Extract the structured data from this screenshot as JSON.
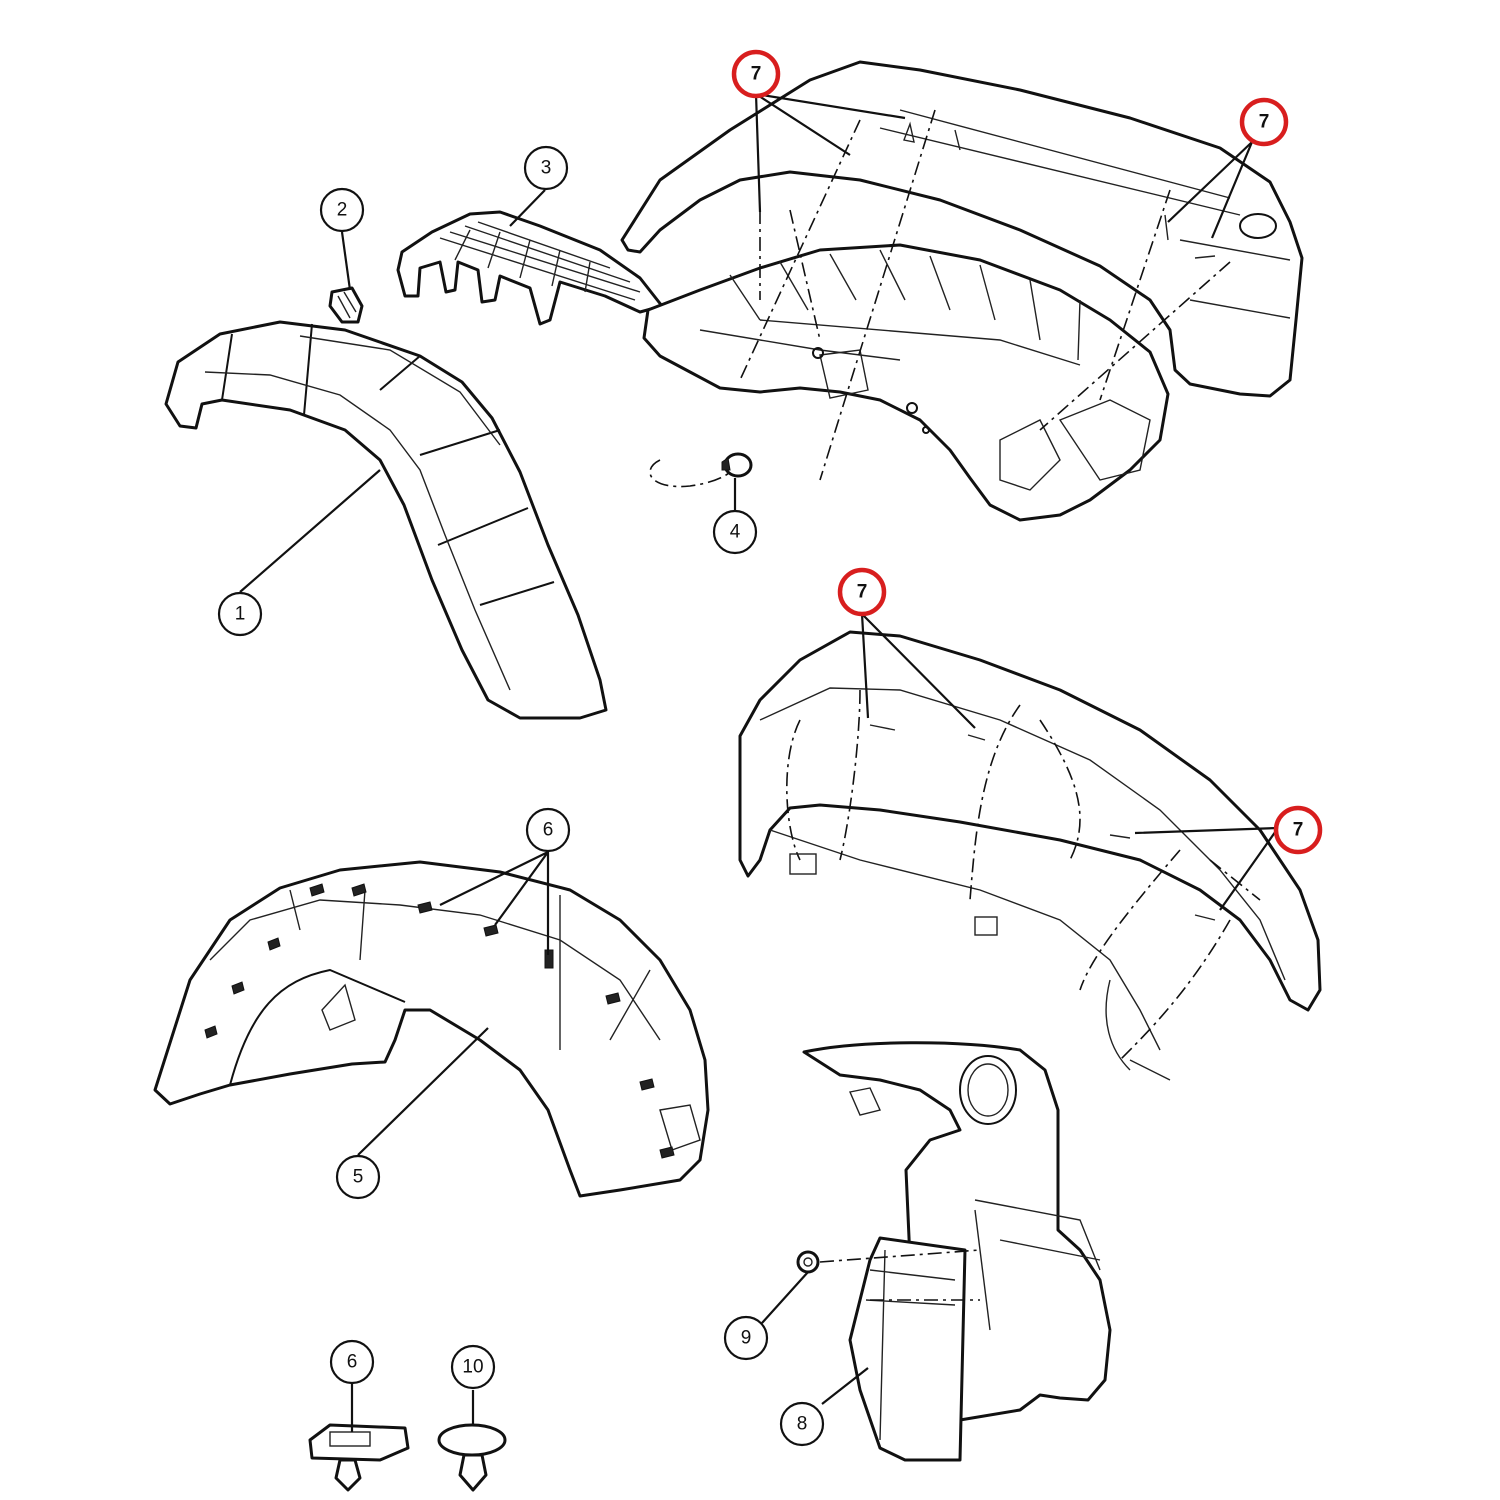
{
  "highlight_color": "#d81e1e",
  "callouts": [
    {
      "id": "c1",
      "label": "1",
      "highlighted": false
    },
    {
      "id": "c2",
      "label": "2",
      "highlighted": false
    },
    {
      "id": "c3",
      "label": "3",
      "highlighted": false
    },
    {
      "id": "c4",
      "label": "4",
      "highlighted": false
    },
    {
      "id": "c5",
      "label": "5",
      "highlighted": false
    },
    {
      "id": "c6a",
      "label": "6",
      "highlighted": false
    },
    {
      "id": "c6b",
      "label": "6",
      "highlighted": false
    },
    {
      "id": "c7a",
      "label": "7",
      "highlighted": true
    },
    {
      "id": "c7b",
      "label": "7",
      "highlighted": true
    },
    {
      "id": "c7c",
      "label": "7",
      "highlighted": true
    },
    {
      "id": "c7d",
      "label": "7",
      "highlighted": true
    },
    {
      "id": "c8",
      "label": "8",
      "highlighted": false
    },
    {
      "id": "c9",
      "label": "9",
      "highlighted": false
    },
    {
      "id": "c10",
      "label": "10",
      "highlighted": false
    }
  ]
}
